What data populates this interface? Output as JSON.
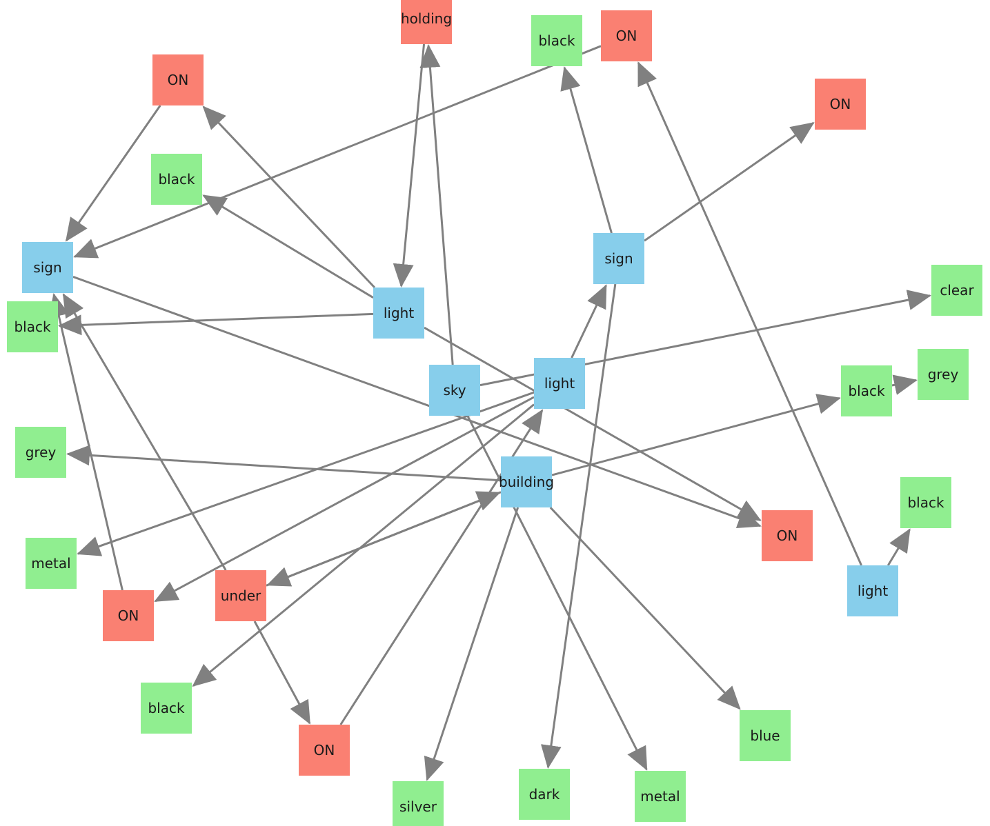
{
  "colors": {
    "object": "#87ceeb",
    "relation": "#fa8072",
    "attribute": "#90ee90",
    "edge": "#808080",
    "text": "#1a1a1a"
  },
  "nodes": [
    {
      "id": "n_holding",
      "label": "holding",
      "kind": "relation"
    },
    {
      "id": "n_black_top",
      "label": "black",
      "kind": "attribute"
    },
    {
      "id": "n_on_top",
      "label": "ON",
      "kind": "relation"
    },
    {
      "id": "n_on_left_top",
      "label": "ON",
      "kind": "relation"
    },
    {
      "id": "n_on_right_top",
      "label": "ON",
      "kind": "relation"
    },
    {
      "id": "n_black_upleft",
      "label": "black",
      "kind": "attribute"
    },
    {
      "id": "n_sign_left",
      "label": "sign",
      "kind": "object"
    },
    {
      "id": "n_sign_right",
      "label": "sign",
      "kind": "object"
    },
    {
      "id": "n_clear",
      "label": "clear",
      "kind": "attribute"
    },
    {
      "id": "n_light_a",
      "label": "light",
      "kind": "object"
    },
    {
      "id": "n_black_left",
      "label": "black",
      "kind": "attribute"
    },
    {
      "id": "n_sky",
      "label": "sky",
      "kind": "object"
    },
    {
      "id": "n_light_b",
      "label": "light",
      "kind": "object"
    },
    {
      "id": "n_grey_right",
      "label": "grey",
      "kind": "attribute"
    },
    {
      "id": "n_black_right",
      "label": "black",
      "kind": "attribute"
    },
    {
      "id": "n_grey_left",
      "label": "grey",
      "kind": "attribute"
    },
    {
      "id": "n_building",
      "label": "building",
      "kind": "object"
    },
    {
      "id": "n_black_right2",
      "label": "black",
      "kind": "attribute"
    },
    {
      "id": "n_on_right_mid",
      "label": "ON",
      "kind": "relation"
    },
    {
      "id": "n_metal_left",
      "label": "metal",
      "kind": "attribute"
    },
    {
      "id": "n_light_c",
      "label": "light",
      "kind": "object"
    },
    {
      "id": "n_under",
      "label": "under",
      "kind": "relation"
    },
    {
      "id": "n_on_left_bot",
      "label": "ON",
      "kind": "relation"
    },
    {
      "id": "n_black_bot",
      "label": "black",
      "kind": "attribute"
    },
    {
      "id": "n_on_bot",
      "label": "ON",
      "kind": "relation"
    },
    {
      "id": "n_blue",
      "label": "blue",
      "kind": "attribute"
    },
    {
      "id": "n_silver",
      "label": "silver",
      "kind": "attribute"
    },
    {
      "id": "n_dark",
      "label": "dark",
      "kind": "attribute"
    },
    {
      "id": "n_metal_bot",
      "label": "metal",
      "kind": "attribute"
    }
  ],
  "edges": [
    {
      "from": "n_light_a",
      "to": "n_on_left_top"
    },
    {
      "from": "n_on_left_top",
      "to": "n_sign_left"
    },
    {
      "from": "n_light_a",
      "to": "n_black_upleft"
    },
    {
      "from": "n_light_a",
      "to": "n_black_left"
    },
    {
      "from": "n_holding",
      "to": "n_light_a"
    },
    {
      "from": "n_sky",
      "to": "n_holding"
    },
    {
      "from": "n_light_a",
      "to": "n_on_right_mid"
    },
    {
      "from": "n_sign_left",
      "to": "n_on_right_mid"
    },
    {
      "from": "n_on_top",
      "to": "n_sign_left"
    },
    {
      "from": "n_sign_right",
      "to": "n_black_top"
    },
    {
      "from": "n_sign_right",
      "to": "n_on_right_top"
    },
    {
      "from": "n_sign_right",
      "to": "n_dark"
    },
    {
      "from": "n_light_b",
      "to": "n_sign_right"
    },
    {
      "from": "n_sky",
      "to": "n_clear"
    },
    {
      "from": "n_light_b",
      "to": "n_metal_left"
    },
    {
      "from": "n_light_b",
      "to": "n_on_left_bot"
    },
    {
      "from": "n_light_b",
      "to": "n_black_bot"
    },
    {
      "from": "n_on_bot",
      "to": "n_light_b"
    },
    {
      "from": "n_under",
      "to": "n_sign_left"
    },
    {
      "from": "n_under",
      "to": "n_on_bot"
    },
    {
      "from": "n_on_left_bot",
      "to": "n_sign_left"
    },
    {
      "from": "n_under",
      "to": "n_building"
    },
    {
      "from": "n_building",
      "to": "n_under"
    },
    {
      "from": "n_building",
      "to": "n_grey_left"
    },
    {
      "from": "n_building",
      "to": "n_black_right"
    },
    {
      "from": "n_building",
      "to": "n_silver"
    },
    {
      "from": "n_building",
      "to": "n_blue"
    },
    {
      "from": "n_sky",
      "to": "n_metal_bot"
    },
    {
      "from": "n_black_right",
      "to": "n_grey_right"
    },
    {
      "from": "n_light_c",
      "to": "n_on_top"
    },
    {
      "from": "n_light_c",
      "to": "n_black_right2"
    }
  ]
}
